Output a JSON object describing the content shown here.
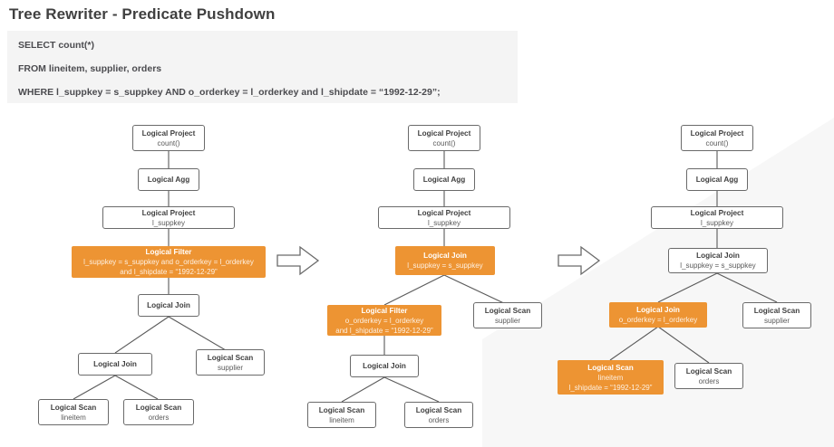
{
  "slide": {
    "title": "Tree Rewriter - Predicate Pushdown",
    "accent_color": "#ed9433",
    "node_border_color": "#6a6a6a",
    "sql_bg_color": "#f4f4f4",
    "reveal_wash_color": "#f7f7f7"
  },
  "sql": {
    "lines": [
      "SELECT count(*)",
      "FROM lineitem, supplier, orders",
      "WHERE l_suppkey = s_suppkey AND o_orderkey = l_orderkey and l_shipdate = “1992-12-29”;"
    ]
  },
  "arrows": [
    {
      "name": "transform-arrow-1"
    },
    {
      "name": "transform-arrow-2"
    }
  ],
  "trees": [
    {
      "name": "tree-original",
      "nodes": [
        {
          "id": "t1-project-count",
          "title": "Logical Project",
          "sub": "count()",
          "sub2": "",
          "highlight": false
        },
        {
          "id": "t1-agg",
          "title": "Logical Agg",
          "sub": "",
          "sub2": "",
          "highlight": false
        },
        {
          "id": "t1-project-supp",
          "title": "Logical Project",
          "sub": "l_suppkey",
          "sub2": "",
          "highlight": false
        },
        {
          "id": "t1-filter",
          "title": "Logical Filter",
          "sub": "l_suppkey = s_suppkey and o_orderkey = l_orderkey",
          "sub2": "and l_shipdate = “1992-12-29”",
          "highlight": true
        },
        {
          "id": "t1-join-top",
          "title": "Logical Join",
          "sub": "",
          "sub2": "",
          "highlight": false
        },
        {
          "id": "t1-join-inner",
          "title": "Logical Join",
          "sub": "",
          "sub2": "",
          "highlight": false
        },
        {
          "id": "t1-scan-supplier",
          "title": "Logical Scan",
          "sub": "supplier",
          "sub2": "",
          "highlight": false
        },
        {
          "id": "t1-scan-lineitem",
          "title": "Logical Scan",
          "sub": "lineitem",
          "sub2": "",
          "highlight": false
        },
        {
          "id": "t1-scan-orders",
          "title": "Logical Scan",
          "sub": "orders",
          "sub2": "",
          "highlight": false
        }
      ]
    },
    {
      "name": "tree-intermediate",
      "nodes": [
        {
          "id": "t2-project-count",
          "title": "Logical Project",
          "sub": "count()",
          "sub2": "",
          "highlight": false
        },
        {
          "id": "t2-agg",
          "title": "Logical Agg",
          "sub": "",
          "sub2": "",
          "highlight": false
        },
        {
          "id": "t2-project-supp",
          "title": "Logical Project",
          "sub": "l_suppkey",
          "sub2": "",
          "highlight": false
        },
        {
          "id": "t2-join-supp",
          "title": "Logical Join",
          "sub": "l_suppkey = s_suppkey",
          "sub2": "",
          "highlight": true
        },
        {
          "id": "t2-filter",
          "title": "Logical Filter",
          "sub": "o_orderkey = l_orderkey",
          "sub2": "and l_shipdate = “1992-12-29”",
          "highlight": true
        },
        {
          "id": "t2-scan-supplier",
          "title": "Logical Scan",
          "sub": "supplier",
          "sub2": "",
          "highlight": false
        },
        {
          "id": "t2-join-inner",
          "title": "Logical Join",
          "sub": "",
          "sub2": "",
          "highlight": false
        },
        {
          "id": "t2-scan-lineitem",
          "title": "Logical Scan",
          "sub": "lineitem",
          "sub2": "",
          "highlight": false
        },
        {
          "id": "t2-scan-orders",
          "title": "Logical Scan",
          "sub": "orders",
          "sub2": "",
          "highlight": false
        }
      ]
    },
    {
      "name": "tree-pushed-down",
      "nodes": [
        {
          "id": "t3-project-count",
          "title": "Logical Project",
          "sub": "count()",
          "sub2": "",
          "highlight": false
        },
        {
          "id": "t3-agg",
          "title": "Logical Agg",
          "sub": "",
          "sub2": "",
          "highlight": false
        },
        {
          "id": "t3-project-supp",
          "title": "Logical Project",
          "sub": "l_suppkey",
          "sub2": "",
          "highlight": false
        },
        {
          "id": "t3-join-supp",
          "title": "Logical Join",
          "sub": "l_suppkey = s_suppkey",
          "sub2": "",
          "highlight": false
        },
        {
          "id": "t3-join-order",
          "title": "Logical Join",
          "sub": "o_orderkey = l_orderkey",
          "sub2": "",
          "highlight": true
        },
        {
          "id": "t3-scan-supplier",
          "title": "Logical Scan",
          "sub": "supplier",
          "sub2": "",
          "highlight": false
        },
        {
          "id": "t3-scan-lineitem",
          "title": "Logical Scan",
          "sub": "lineitem",
          "sub2": "l_shipdate = “1992-12-29”",
          "highlight": true
        },
        {
          "id": "t3-scan-orders",
          "title": "Logical Scan",
          "sub": "orders",
          "sub2": "",
          "highlight": false
        }
      ]
    }
  ]
}
